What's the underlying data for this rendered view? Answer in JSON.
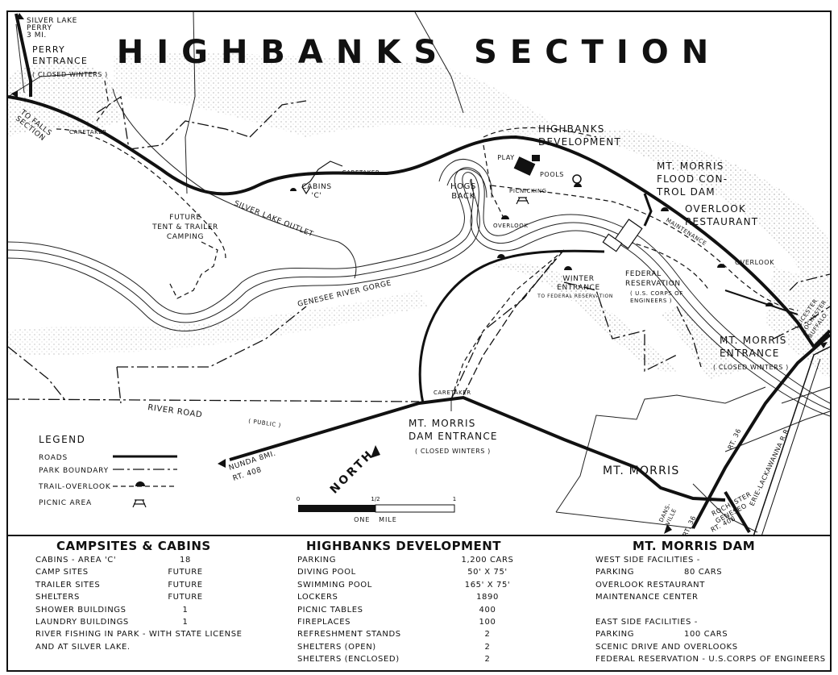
{
  "title": "HIGHBANKS SECTION",
  "map_labels": {
    "silver_lake_perry": "SILVER LAKE\nPERRY\n3 MI.",
    "perry_entrance": "PERRY\nENTRANCE",
    "perry_closed": "( CLOSED WINTERS )",
    "to_falls_section": "TO FALLS\nSECTION",
    "caretaker": "CARETAKER",
    "cabins_c": "CABINS\n'C'",
    "future_camping": "FUTURE\nTENT & TRAILER\nCAMPING",
    "silver_lake_outlet": "SILVER LAKE OUTLET",
    "genesee_river_gorge": "GENESEE RIVER GORGE",
    "hogs_back": "HOGS\nBACK",
    "play": "PLAY",
    "pools": "POOLS",
    "picnicking": "PICNICKING",
    "overlook": "OVERLOOK",
    "highbanks_development": "HIGHBANKS\nDEVELOPMENT",
    "mt_morris_flood_control_dam": "MT. MORRIS\nFLOOD CON-\nTROL DAM",
    "overlook_restaurant": "OVERLOOK\nRESTAURANT",
    "maintenance": "MAINTENANCE",
    "federal_reservation": "FEDERAL\nRESERVATION",
    "us_corps": "( U.S. CORPS OF\nENGINEERS )",
    "winter_entrance": "WINTER\nENTRANCE",
    "to_federal_reservation": "TO FEDERAL RESERVATION",
    "leicester_rochester_buffalo": "LEICESTER\nROCHESTER\nBUFFALO",
    "mt_morris_entrance": "MT. MORRIS\nENTRANCE",
    "mt_morris_entrance_closed": "( CLOSED WINTERS )",
    "river_road": "RIVER ROAD",
    "public": "( PUBLIC )",
    "dam_entrance": "MT. MORRIS\nDAM ENTRANCE",
    "dam_entrance_closed": "( CLOSED WINTERS )",
    "nunda": "NUNDA 8MI.",
    "rt408": "RT. 408",
    "north": "NORTH",
    "mt_morris_town": "MT. MORRIS",
    "rt36": "RT. 36",
    "erie_lackawanna": "ERIE-LACKAWANNA R.R.",
    "rochester_geneseo": "ROCHESTER\nGENESEO",
    "dansville": "DANS-\nVILLE"
  },
  "legend": {
    "title": "LEGEND",
    "items": [
      "ROADS",
      "PARK BOUNDARY",
      "TRAIL-OVERLOOK",
      "PICNIC AREA"
    ]
  },
  "scale": {
    "zero": "0",
    "half": "1/2",
    "one": "1",
    "caption": "ONE   MILE"
  },
  "campsites": {
    "title": "CAMPSITES & CABINS",
    "rows": [
      {
        "name": "CABINS - AREA 'C'",
        "value": "18"
      },
      {
        "name": "CAMP SITES",
        "value": "FUTURE"
      },
      {
        "name": "TRAILER SITES",
        "value": "FUTURE"
      },
      {
        "name": "SHELTERS",
        "value": "FUTURE"
      },
      {
        "name": "SHOWER BUILDINGS",
        "value": "1"
      },
      {
        "name": "LAUNDRY BUILDINGS",
        "value": "1"
      },
      {
        "name": "RIVER FISHING IN PARK - WITH STATE LICENSE",
        "value": ""
      },
      {
        "name": "AND AT SILVER LAKE.",
        "value": ""
      }
    ]
  },
  "highbanks_dev": {
    "title": "HIGHBANKS DEVELOPMENT",
    "rows": [
      {
        "name": "PARKING",
        "value": "1,200 CARS"
      },
      {
        "name": "DIVING POOL",
        "value": "50' x 75'"
      },
      {
        "name": "SWIMMING POOL",
        "value": "165' x 75'"
      },
      {
        "name": "LOCKERS",
        "value": "1890"
      },
      {
        "name": "PICNIC TABLES",
        "value": "400"
      },
      {
        "name": "FIREPLACES",
        "value": "100"
      },
      {
        "name": "REFRESHMENT STANDS",
        "value": "2"
      },
      {
        "name": "SHELTERS (OPEN)",
        "value": "2"
      },
      {
        "name": "SHELTERS (ENCLOSED)",
        "value": "2"
      }
    ]
  },
  "mt_morris_dam": {
    "title": "MT. MORRIS DAM",
    "rows": [
      {
        "name": "WEST SIDE FACILITIES -",
        "value": ""
      },
      {
        "name": "PARKING",
        "value": "80 CARS"
      },
      {
        "name": "OVERLOOK RESTAURANT",
        "value": ""
      },
      {
        "name": "MAINTENANCE CENTER",
        "value": ""
      },
      {
        "name": "",
        "value": ""
      },
      {
        "name": "EAST SIDE FACILITIES -",
        "value": ""
      },
      {
        "name": "PARKING",
        "value": "100 CARS"
      },
      {
        "name": "SCENIC DRIVE AND OVERLOOKS",
        "value": ""
      },
      {
        "name": "FEDERAL RESERVATION - U.S.CORPS OF ENGINEERS",
        "value": ""
      }
    ]
  },
  "colors": {
    "ink": "#111111",
    "paper": "#ffffff",
    "stipple": "#9a9a9a"
  }
}
